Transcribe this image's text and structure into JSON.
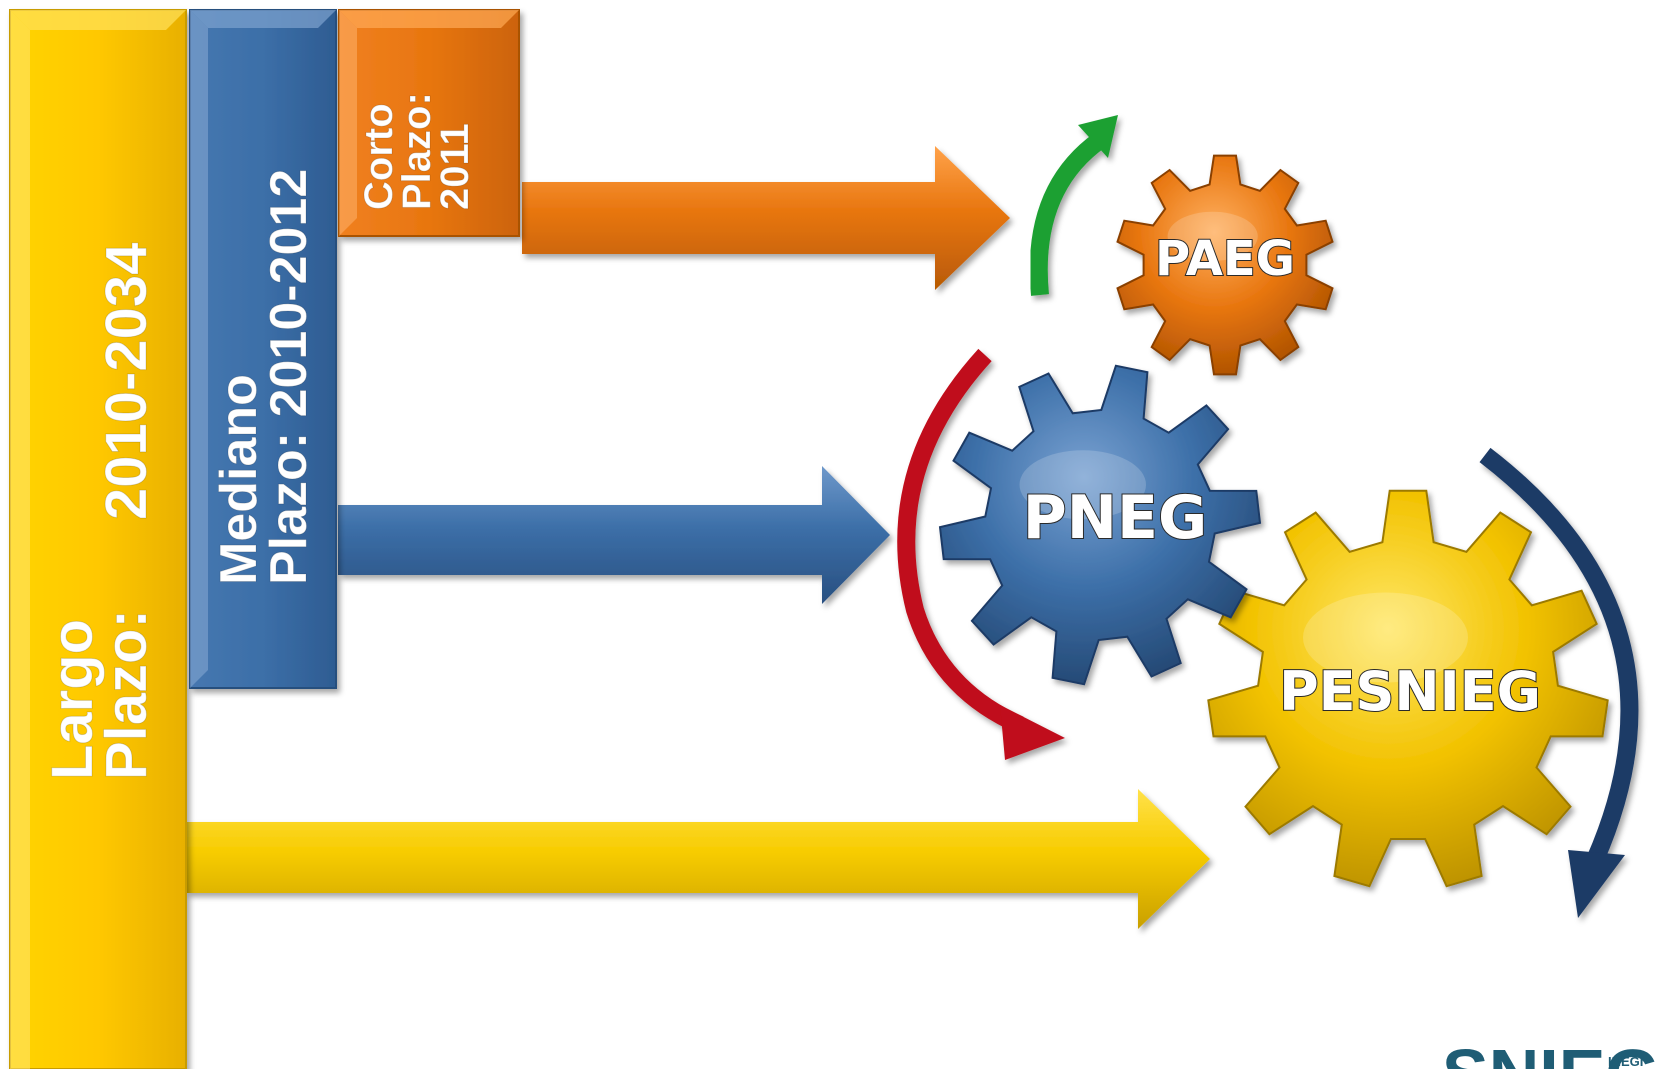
{
  "bars": {
    "largo": {
      "line1": "Largo",
      "line2": "Plazo:",
      "years": "2010-2034",
      "color": "#FFC800"
    },
    "mediano": {
      "line1": "Mediano",
      "line2": "Plazo: 2010-2012",
      "color": "#3C6FA8"
    },
    "corto": {
      "line1": "Corto",
      "line2": "Plazo:",
      "line3": "2011",
      "color": "#E8760F"
    }
  },
  "gears": {
    "paeg": {
      "label": "PAEG",
      "color": "#E8760F"
    },
    "pneg": {
      "label": "PNEG",
      "color": "#3C6FA8"
    },
    "pesnieg": {
      "label": "PESNIEG",
      "color": "#F2C200"
    }
  },
  "cycle_arrows": {
    "green": "#1FA033",
    "red": "#C0101A",
    "navy": "#1E3A66"
  },
  "logo": {
    "main": "SNIEG",
    "small": "INEGI"
  }
}
